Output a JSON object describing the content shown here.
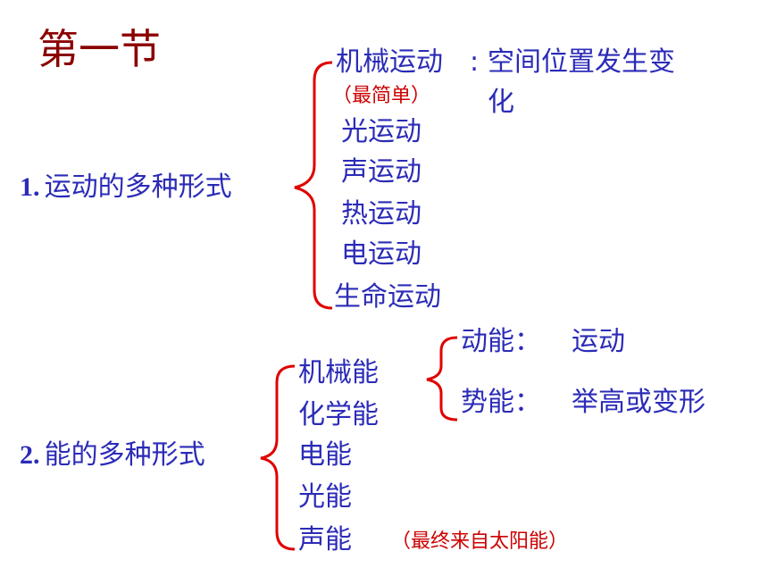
{
  "title": "第一节",
  "section1": {
    "number": "1.",
    "label": "运动的多种形式",
    "mechanical": "机械运动",
    "mechanical_colon": ":",
    "mechanical_desc_line1": "空间位置发生变",
    "mechanical_desc_line2": "化",
    "mechanical_note": "（最简单）",
    "items": [
      "光运动",
      "声运动",
      "热运动",
      "电运动",
      "生命运动"
    ]
  },
  "section2": {
    "number": "2.",
    "label": "能的多种形式",
    "mechanical_energy": "机械能",
    "sub": [
      {
        "label": "动能：",
        "desc": "运动"
      },
      {
        "label": "势能：",
        "desc": "举高或变形"
      }
    ],
    "items": [
      "化学能",
      "电能",
      "光能",
      "声能"
    ],
    "note": "（最终来自太阳能）"
  },
  "colors": {
    "title": "#8b0000",
    "text": "#2b2bb8",
    "brace": "#e00000"
  }
}
